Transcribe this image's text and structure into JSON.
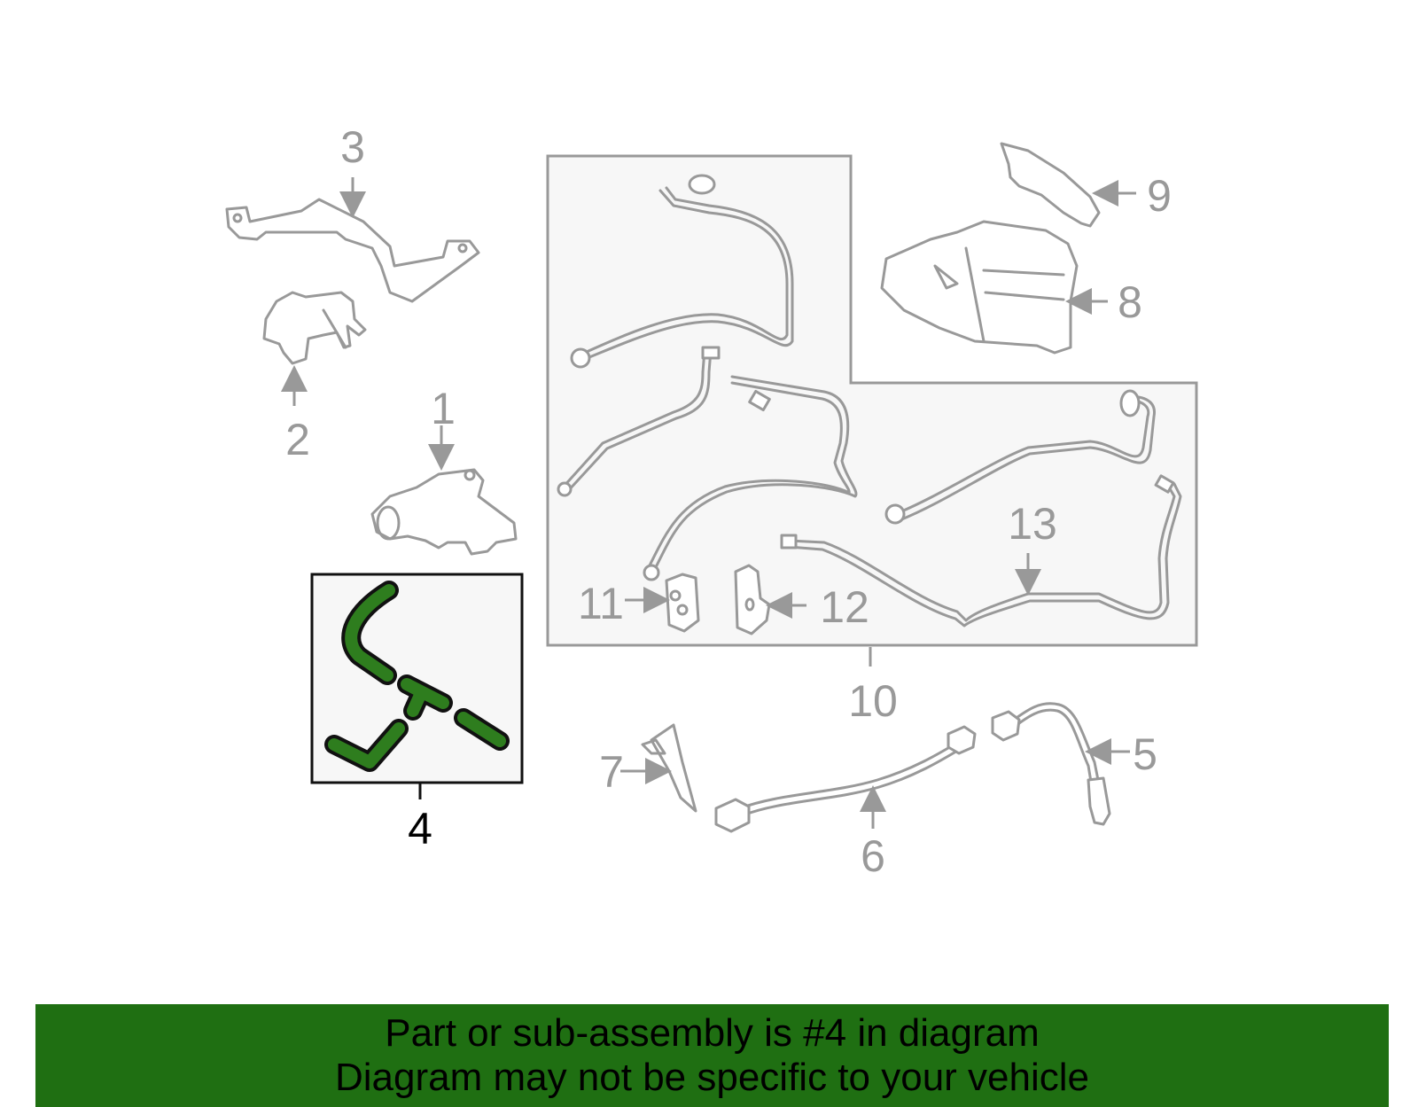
{
  "labels": {
    "l1": "1",
    "l2": "2",
    "l3": "3",
    "l4": "4",
    "l5": "5",
    "l6": "6",
    "l7": "7",
    "l8": "8",
    "l9": "9",
    "l10": "10",
    "l11": "11",
    "l12": "12",
    "l13": "13"
  },
  "footer": {
    "line1": "Part or sub-assembly is #4 in diagram",
    "line2": "Diagram may not be specific to your vehicle"
  },
  "colors": {
    "highlight": "#2e7d1e",
    "footer_bg": "#1f6f12",
    "part_stroke": "#999999"
  }
}
